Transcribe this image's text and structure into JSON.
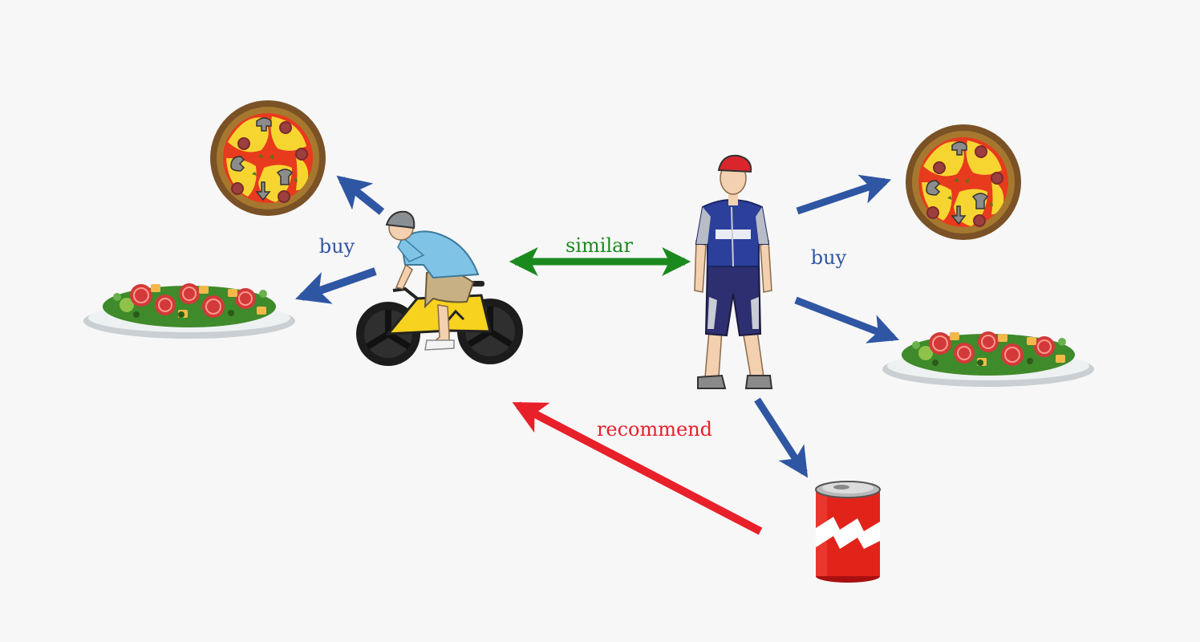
{
  "labels": {
    "buy_left": "buy",
    "buy_right": "buy",
    "similar": "similar",
    "recommend": "recommend"
  },
  "colors": {
    "background": "#f7f7f7",
    "buy": "#2f56a3",
    "similar": "#1b8a1e",
    "recommend": "#e8202a"
  },
  "icons": {
    "user_left": "cyclist-on-bike-icon",
    "user_right": "standing-cyclist-icon",
    "item_pizza": "pizza-icon",
    "item_salad": "salad-plate-icon",
    "item_soda": "soda-can-icon"
  }
}
